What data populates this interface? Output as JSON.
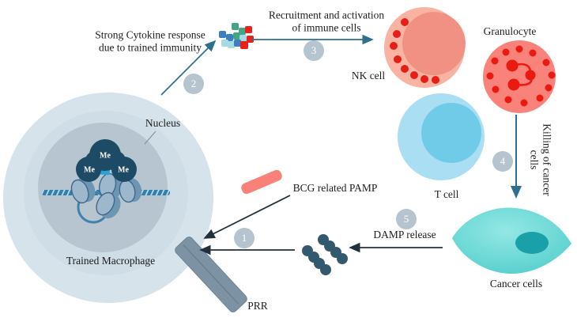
{
  "labels": {
    "cytokine_line1": "Strong Cytokine response",
    "cytokine_line2": "due to trained immunity",
    "recruitment_line1": "Recruitment and activation",
    "recruitment_line2": "of immune cells",
    "nucleus": "Nucleus",
    "trained_macrophage": "Trained Macrophage",
    "prr": "PRR",
    "bcg_pamp": "BCG related PAMP",
    "damp_release": "DAMP release",
    "nk_cell": "NK cell",
    "granulocyte": "Granulocyte",
    "t_cell": "T cell",
    "cancer_cells": "Cancer cells",
    "killing_line1": "Killing of cancer",
    "killing_line2": "cells",
    "methyl_mark": "Me"
  },
  "steps": [
    {
      "number": "1"
    },
    {
      "number": "2"
    },
    {
      "number": "3"
    },
    {
      "number": "4"
    },
    {
      "number": "5"
    }
  ],
  "colors": {
    "macrophage_body": "#d6e3eb",
    "macrophage_inner": "#cfdde7",
    "macrophage_nucleus": "#b6c5cf",
    "methyl_cloud": "#1d4b66",
    "methyl_square": "#2da0d4",
    "histone_face": "#9db8cd",
    "histone_side": "#6d96b3",
    "dna_strand": "#2f80ad",
    "prr_receptor": "#7d93a4",
    "pamp_rod": "#f8817a",
    "damp_bead": "#33596e",
    "nk_outer": "#f8b3a3",
    "nk_inner": "#f19184",
    "granule_red": "#e8211a",
    "granulocyte_body": "#f9827a",
    "tcell_outer": "#aadef2",
    "tcell_inner": "#6fcbe8",
    "cancer_body": "#5ed2d0",
    "cancer_nucleus": "#1aa0a8",
    "step_circle": "#b5c4ce",
    "arrow_teal": "#2e6e8e",
    "arrow_dark": "#22303c",
    "cytokine_blue": "#3b7ec2",
    "cytokine_green": "#43a584",
    "cytokine_cyan": "#a6dbe3",
    "cytokine_red": "#e8211a"
  }
}
